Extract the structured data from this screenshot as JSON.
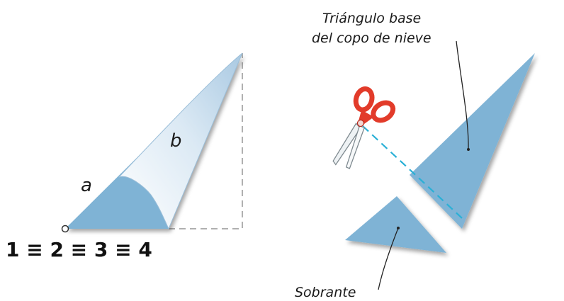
{
  "labels": {
    "a": "a",
    "b": "b",
    "equivalence": "1 ≡ 2 ≡ 3 ≡ 4",
    "base_triangle_line1": "Triángulo base",
    "base_triangle_line2": "del copo de nieve",
    "leftover": "Sobrante"
  },
  "colors": {
    "paper_blue": "#7fb3d5",
    "paper_light": "#e8f1f8",
    "scissors_red": "#e23b2a",
    "cut_line": "#2ab0d6",
    "dashed_edge": "#b0b0b0"
  },
  "icons": [
    "scissors-icon"
  ]
}
